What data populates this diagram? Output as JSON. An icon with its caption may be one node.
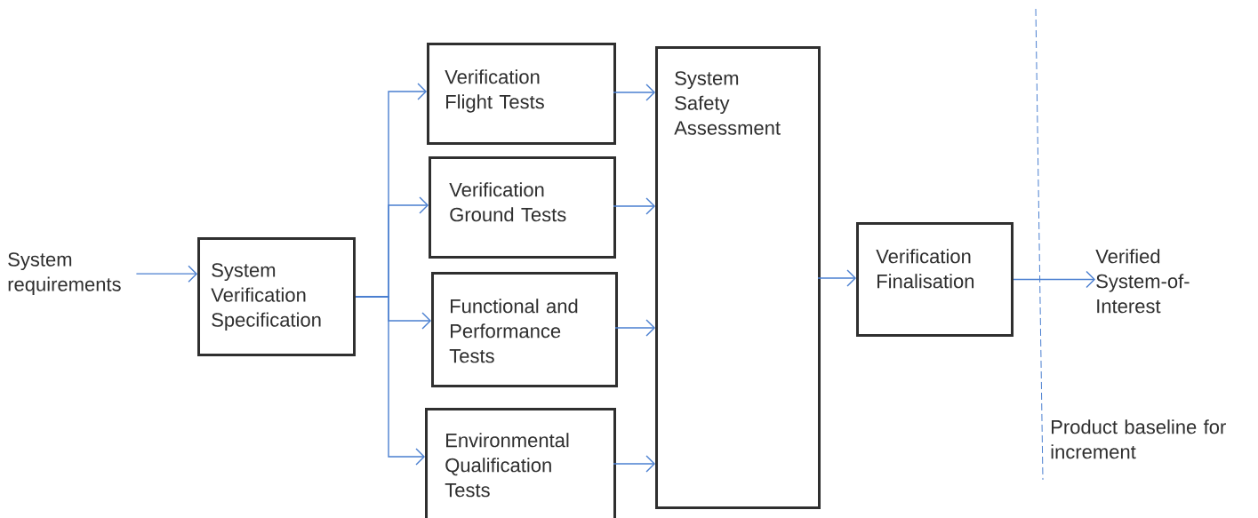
{
  "diagram": {
    "nodes": [
      {
        "text": [
          "System requirements"
        ]
      },
      {
        "text": [
          "System Verification Specification"
        ]
      },
      {
        "text": [
          "Verification Flight Tests"
        ]
      },
      {
        "text": [
          "Verification Ground Tests"
        ]
      },
      {
        "text": [
          "Functional and Performance Tests"
        ]
      },
      {
        "text": [
          "Environmental Qualification Tests"
        ]
      },
      {
        "text": [
          "System Safety Assessment"
        ]
      },
      {
        "text": [
          "Verification Finalisation"
        ]
      },
      {
        "text": [
          "Verified System-of-Interest"
        ]
      }
    ],
    "edges": [
      {
        "from": 0,
        "to": 1,
        "arrow": "to"
      },
      {
        "from": 1,
        "to": 2,
        "arrow": "to"
      },
      {
        "from": 1,
        "to": 3,
        "arrow": "to"
      },
      {
        "from": 1,
        "to": 4,
        "arrow": "to"
      },
      {
        "from": 1,
        "to": 5,
        "arrow": "to"
      },
      {
        "from": 2,
        "to": 6,
        "arrow": "to"
      },
      {
        "from": 3,
        "to": 6,
        "arrow": "to"
      },
      {
        "from": 4,
        "to": 6,
        "arrow": "to"
      },
      {
        "from": 5,
        "to": 6,
        "arrow": "to"
      },
      {
        "from": 6,
        "to": 7,
        "arrow": "to"
      },
      {
        "from": 7,
        "to": 8,
        "arrow": "to"
      }
    ],
    "labels": [
      "Product baseline for increment"
    ]
  }
}
